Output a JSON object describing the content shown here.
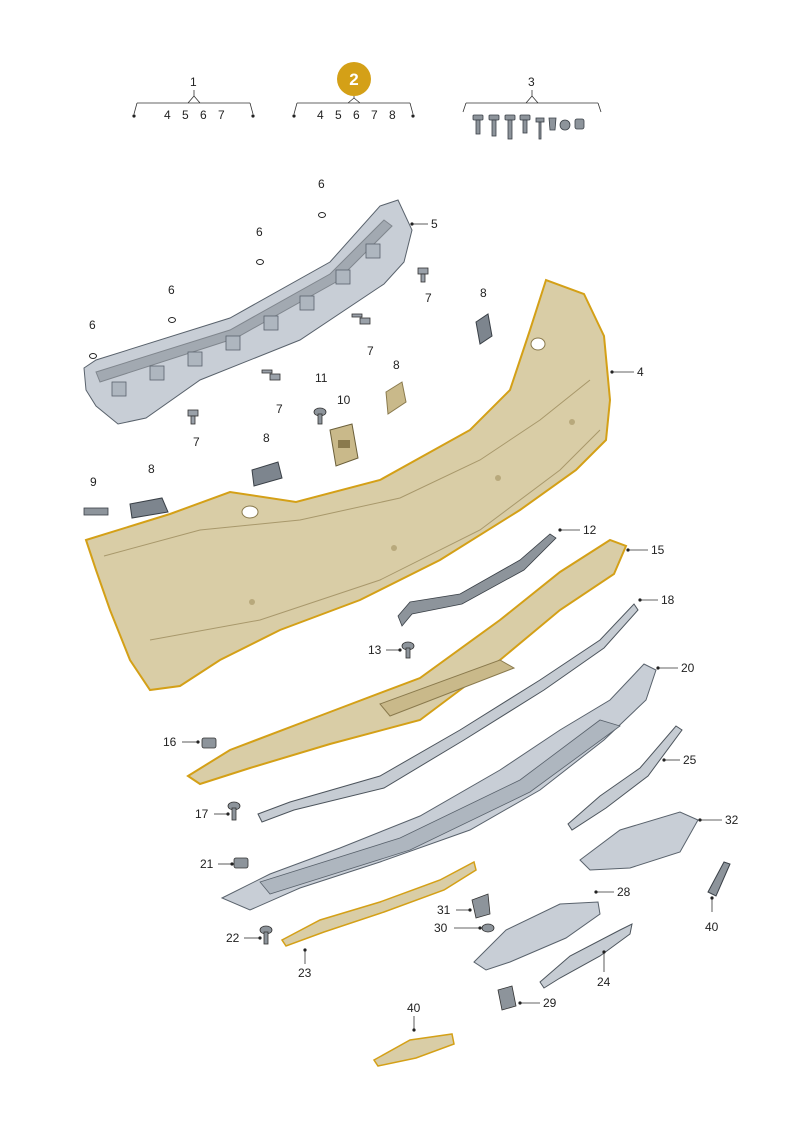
{
  "header": {
    "groups": [
      {
        "number": "1",
        "items": [
          "4",
          "5",
          "6",
          "7"
        ]
      },
      {
        "number": "2",
        "items": [
          "4",
          "5",
          "6",
          "7",
          "8"
        ],
        "highlighted": true
      },
      {
        "number": "3",
        "items": []
      }
    ]
  },
  "colors": {
    "highlight_badge": "#d4a017",
    "highlight_outline": "#d4a017",
    "bumper_fill": "#d9cda6",
    "part_gray": "#c8ced6"
  },
  "callouts": {
    "c4": "4",
    "c5": "5",
    "c6a": "6",
    "c6b": "6",
    "c6c": "6",
    "c6d": "6",
    "c7a": "7",
    "c7b": "7",
    "c7c": "7",
    "c7d": "7",
    "c8a": "8",
    "c8b": "8",
    "c8c": "8",
    "c8d": "8",
    "c9": "9",
    "c10": "10",
    "c11": "11",
    "c12": "12",
    "c13": "13",
    "c15": "15",
    "c16": "16",
    "c17": "17",
    "c18": "18",
    "c20": "20",
    "c21": "21",
    "c22": "22",
    "c23": "23",
    "c24": "24",
    "c25": "25",
    "c28": "28",
    "c29": "29",
    "c30": "30",
    "c31": "31",
    "c32": "32",
    "c40a": "40",
    "c40b": "40"
  }
}
